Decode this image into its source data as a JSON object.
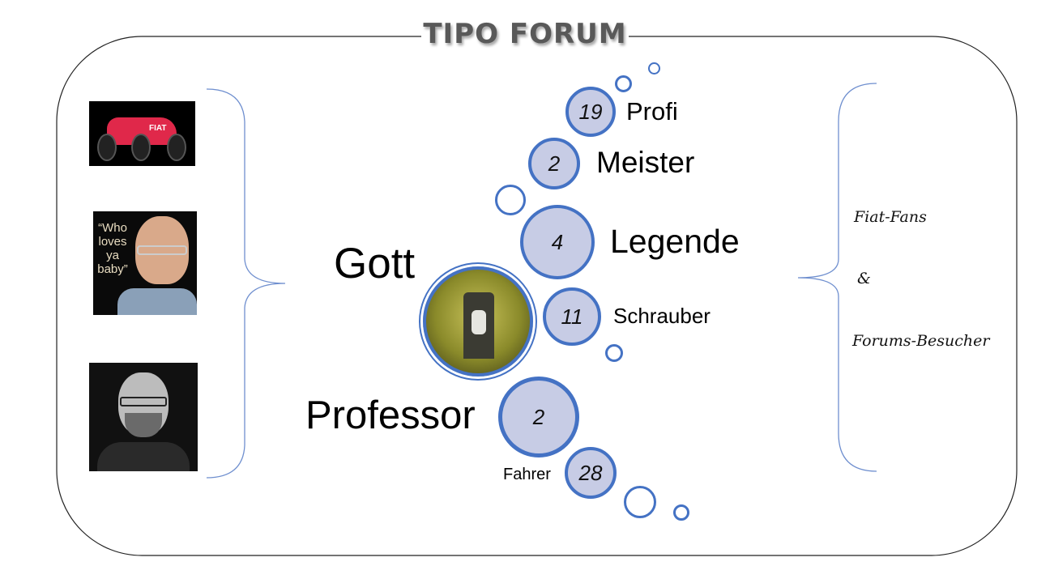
{
  "title": "TIPO FORUM",
  "ranks": [
    {
      "name": "Profi",
      "count": "19"
    },
    {
      "name": "Meister",
      "count": "2"
    },
    {
      "name": "Legende",
      "count": "4"
    },
    {
      "name": "Gott"
    },
    {
      "name": "Schrauber",
      "count": "11"
    },
    {
      "name": "Professor",
      "count": "2"
    },
    {
      "name": "Fahrer",
      "count": "28"
    }
  ],
  "images": {
    "car_badge": "FIAT",
    "kojak_quote": "“Who loves ya baby”"
  },
  "audience": {
    "line1": "Fiat-Fans",
    "line2": "&",
    "line3": "Forums-Besucher"
  },
  "colors": {
    "bubble_fill": "#c7cce5",
    "bubble_border": "#4472c4",
    "bracket": "#8faadc"
  }
}
